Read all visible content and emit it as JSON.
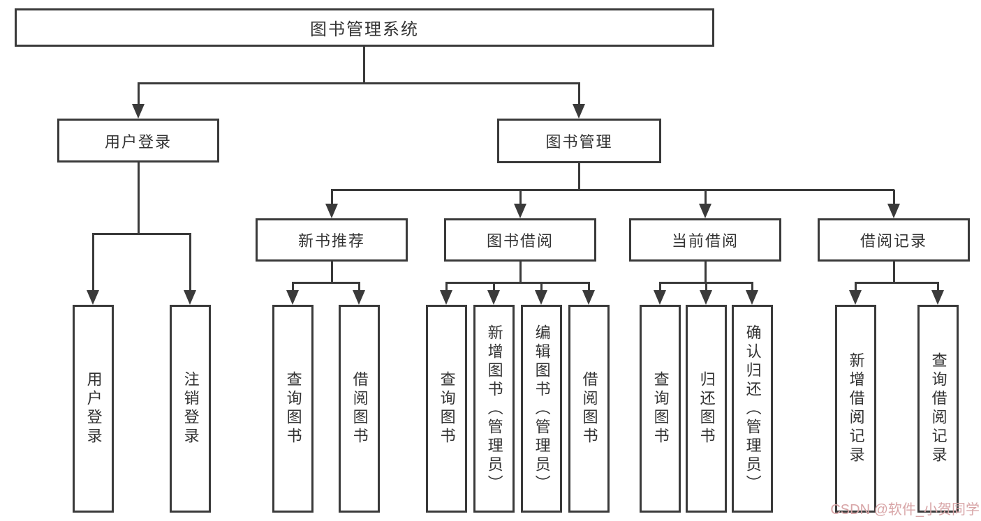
{
  "diagram": {
    "root": {
      "label": "图书管理系统"
    },
    "level2": [
      {
        "label": "用户登录"
      },
      {
        "label": "图书管理"
      }
    ],
    "level3": [
      {
        "label": "新书推荐"
      },
      {
        "label": "图书借阅"
      },
      {
        "label": "当前借阅"
      },
      {
        "label": "借阅记录"
      }
    ],
    "leaves": {
      "user_login": [
        {
          "label": "用户登录"
        },
        {
          "label": "注销登录"
        }
      ],
      "new_book_recommend": [
        {
          "label": "查询图书"
        },
        {
          "label": "借阅图书"
        }
      ],
      "book_borrow": [
        {
          "label": "查询图书"
        },
        {
          "label": "新增图书（管理员）"
        },
        {
          "label": "编辑图书（管理员）"
        },
        {
          "label": "借阅图书"
        }
      ],
      "current_borrow": [
        {
          "label": "查询图书"
        },
        {
          "label": "归还图书"
        },
        {
          "label": "确认归还（管理员）"
        }
      ],
      "borrow_records": [
        {
          "label": "新增借阅记录"
        },
        {
          "label": "查询借阅记录"
        }
      ]
    }
  },
  "watermark": {
    "text": "CSDN @软件_小贺同学"
  },
  "colors": {
    "line": "#3a3a3a",
    "text": "#333333",
    "background": "#ffffff",
    "watermark": "#d8a5a7"
  }
}
